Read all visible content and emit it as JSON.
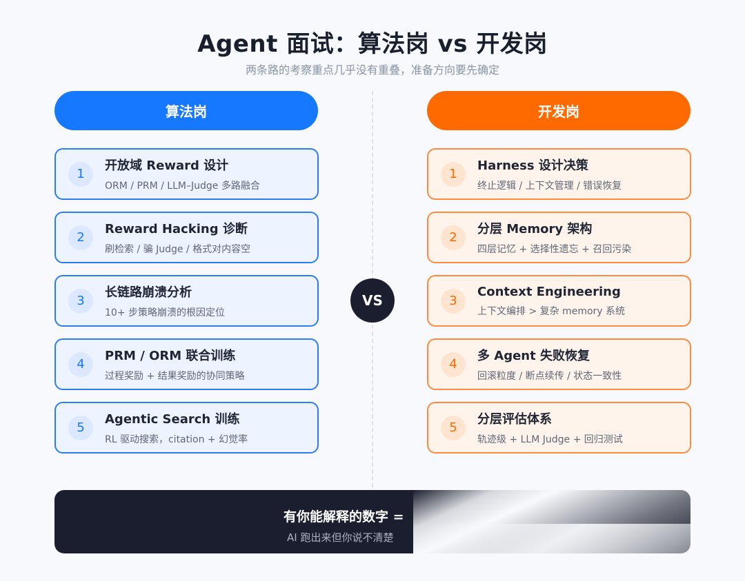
{
  "header": {
    "title": "Agent 面试：算法岗 vs 开发岗",
    "subtitle": "两条路的考察重点几乎没有重叠，准备方向要先确定"
  },
  "vs_label": "VS",
  "left": {
    "header": "算法岗",
    "cards": [
      {
        "num": "1",
        "title": "开放域 Reward 设计",
        "sub": "ORM / PRM / LLM–Judge 多路融合"
      },
      {
        "num": "2",
        "title": "Reward Hacking 诊断",
        "sub": "刷检索 / 骗 Judge / 格式对内容空"
      },
      {
        "num": "3",
        "title": "长链路崩溃分析",
        "sub": "10+ 步策略崩溃的根因定位"
      },
      {
        "num": "4",
        "title": "PRM / ORM 联合训练",
        "sub": "过程奖励 + 结果奖励的协同策略"
      },
      {
        "num": "5",
        "title": "Agentic Search 训练",
        "sub": "RL 驱动搜索，citation + 幻觉率"
      }
    ]
  },
  "right": {
    "header": "开发岗",
    "cards": [
      {
        "num": "1",
        "title": "Harness 设计决策",
        "sub": "终止逻辑 / 上下文管理 / 错误恢复"
      },
      {
        "num": "2",
        "title": "分层 Memory 架构",
        "sub": "四层记忆 + 选择性遗忘 + 召回污染"
      },
      {
        "num": "3",
        "title": "Context Engineering",
        "sub": "上下文编排 > 复杂 memory 系统"
      },
      {
        "num": "4",
        "title": "多 Agent 失败恢复",
        "sub": "回滚粒度 / 断点续传 / 状态一致性"
      },
      {
        "num": "5",
        "title": "分层评估体系",
        "sub": "轨迹级 + LLM Judge + 回归测试"
      }
    ]
  },
  "bottom": {
    "title": "有你能解释的数字 =",
    "sub": "AI 跑出来但你说不清楚"
  },
  "colors": {
    "left_accent": "#1677ff",
    "right_accent": "#ff6a00",
    "dark": "#1b1e2e"
  }
}
